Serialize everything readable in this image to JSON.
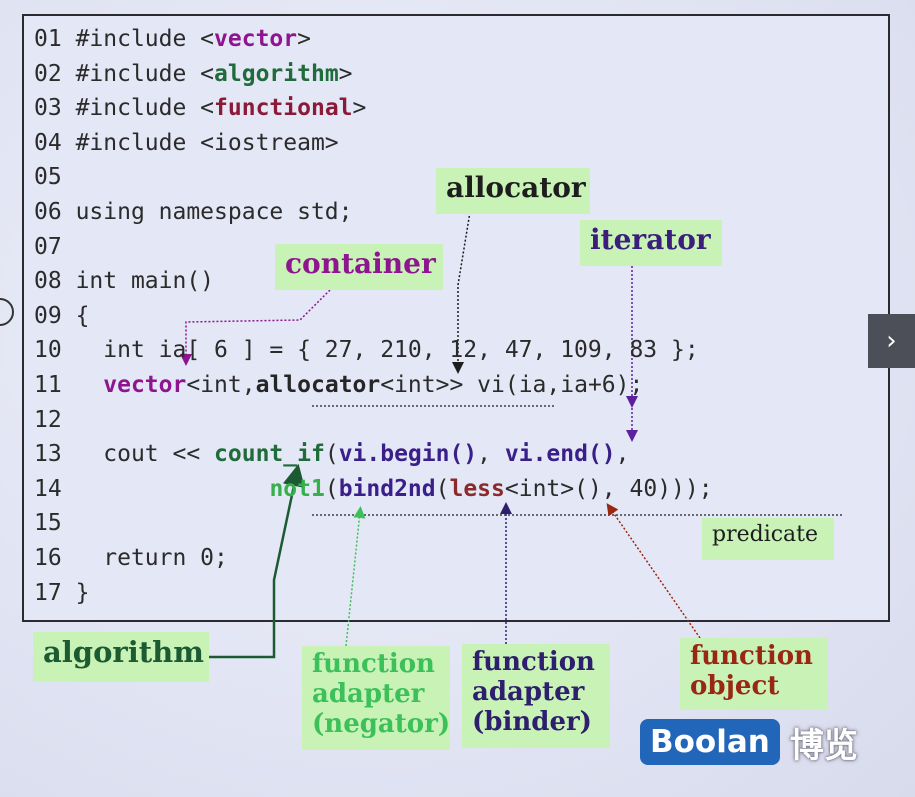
{
  "code_lines": [
    {
      "num": "01",
      "parts": [
        {
          "text": "#include <",
          "style": "plain"
        },
        {
          "text": "vector",
          "style": "purple"
        },
        {
          "text": ">",
          "style": "plain"
        }
      ]
    },
    {
      "num": "02",
      "parts": [
        {
          "text": "#include <",
          "style": "plain"
        },
        {
          "text": "algorithm",
          "style": "green"
        },
        {
          "text": ">",
          "style": "plain"
        }
      ]
    },
    {
      "num": "03",
      "parts": [
        {
          "text": "#include <",
          "style": "plain"
        },
        {
          "text": "functional",
          "style": "brown"
        },
        {
          "text": ">",
          "style": "plain"
        }
      ]
    },
    {
      "num": "04",
      "parts": [
        {
          "text": "#include <iostream>",
          "style": "plain"
        }
      ]
    },
    {
      "num": "05",
      "parts": []
    },
    {
      "num": "06",
      "parts": [
        {
          "text": "using namespace std;",
          "style": "plain"
        }
      ]
    },
    {
      "num": "07",
      "parts": []
    },
    {
      "num": "08",
      "parts": [
        {
          "text": "int main()",
          "style": "plain"
        }
      ]
    },
    {
      "num": "09",
      "parts": [
        {
          "text": "{",
          "style": "plain"
        }
      ]
    },
    {
      "num": "10",
      "parts": [
        {
          "text": "  int ia[ 6 ] = { 27, 210, 12, 47, 109, 83 };",
          "style": "plain"
        }
      ]
    },
    {
      "num": "11",
      "parts": [
        {
          "text": "  ",
          "style": "plain"
        },
        {
          "text": "vector",
          "style": "purple"
        },
        {
          "text": "<int,",
          "style": "plain"
        },
        {
          "text": "allocator",
          "style": "dark"
        },
        {
          "text": "<int>> vi(ia,ia+6);",
          "style": "plain"
        }
      ]
    },
    {
      "num": "12",
      "parts": []
    },
    {
      "num": "13",
      "parts": [
        {
          "text": "  cout << ",
          "style": "plain"
        },
        {
          "text": "count_if",
          "style": "green"
        },
        {
          "text": "(",
          "style": "plain"
        },
        {
          "text": "vi.begin()",
          "style": "blue"
        },
        {
          "text": ", ",
          "style": "plain"
        },
        {
          "text": "vi.end()",
          "style": "blue"
        },
        {
          "text": ",",
          "style": "plain"
        }
      ]
    },
    {
      "num": "14",
      "parts": [
        {
          "text": "              ",
          "style": "plain"
        },
        {
          "text": "not1",
          "style": "lgreen"
        },
        {
          "text": "(",
          "style": "plain"
        },
        {
          "text": "bind2nd",
          "style": "blue"
        },
        {
          "text": "(",
          "style": "plain"
        },
        {
          "text": "less",
          "style": "red"
        },
        {
          "text": "<int>(), 40)));",
          "style": "plain"
        }
      ]
    },
    {
      "num": "15",
      "parts": []
    },
    {
      "num": "16",
      "parts": [
        {
          "text": "  return 0;",
          "style": "plain"
        }
      ]
    },
    {
      "num": "17",
      "parts": [
        {
          "text": "}",
          "style": "plain"
        }
      ]
    }
  ],
  "labels": {
    "allocator": "allocator",
    "iterator": "iterator",
    "container": "container",
    "predicate": "predicate",
    "algorithm": "algorithm",
    "negator": [
      "function",
      "adapter",
      "(negator)"
    ],
    "binder": [
      "function",
      "adapter",
      "(binder)"
    ],
    "function_object": [
      "function",
      "object"
    ]
  },
  "nav": {
    "next_glyph": "›"
  },
  "logo": {
    "brand": "Boolan",
    "chinese": "博览"
  },
  "colors": {
    "label_bg": "#c8f2b6",
    "purple": "#8e1490",
    "green": "#1f6b3a",
    "brown": "#8b1a38",
    "blue": "#3a1f8a",
    "lgreen": "#35b04a",
    "red": "#8b2a2a"
  }
}
